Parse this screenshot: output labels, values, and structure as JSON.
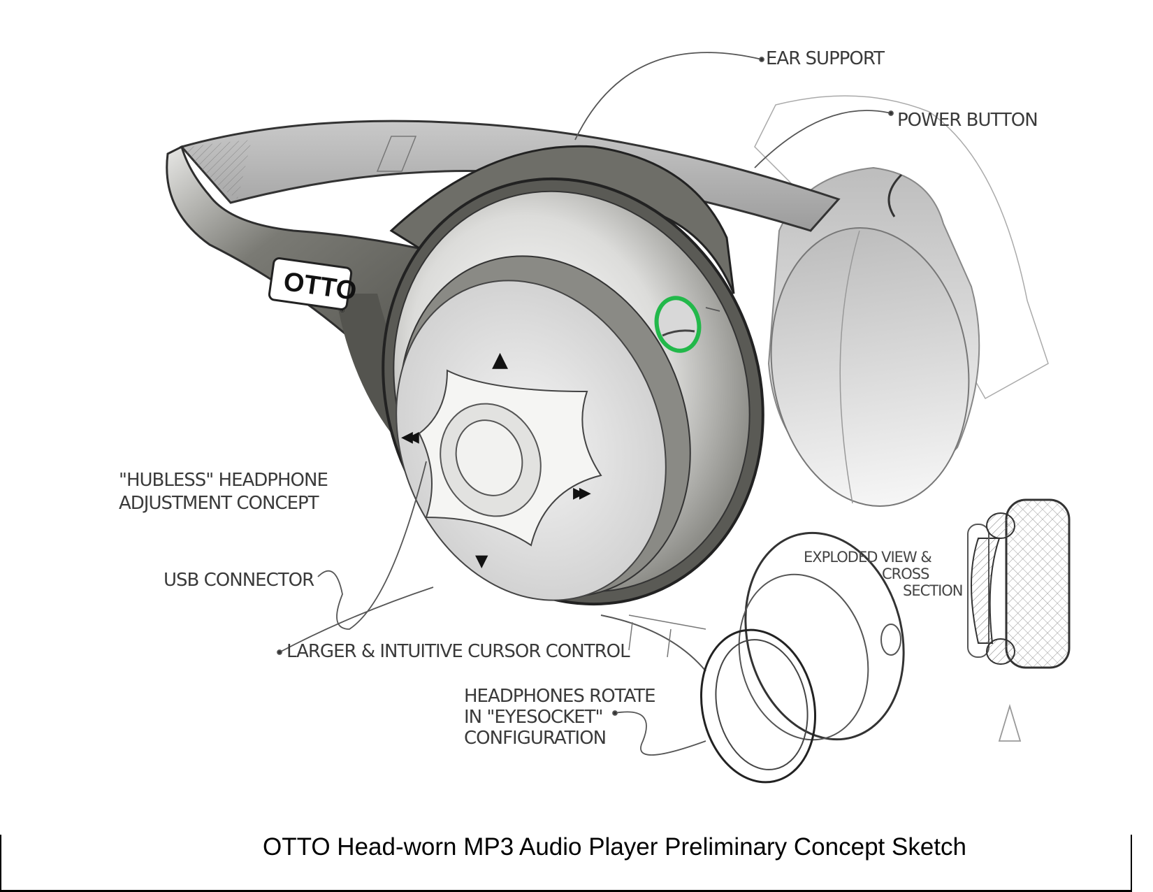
{
  "brand_badge": {
    "text": "OTTO",
    "registered_mark": "®"
  },
  "callouts": {
    "ear_support": "EAR SUPPORT",
    "power_button": "POWER BUTTON",
    "hubless_line1": "\"HUBLESS\" HEADPHONE",
    "hubless_line2": "ADJUSTMENT CONCEPT",
    "usb_connector": "USB CONNECTOR",
    "cursor_control": "LARGER & INTUITIVE CURSOR CONTROL",
    "rotate_line1": "HEADPHONES ROTATE",
    "rotate_line2": "IN \"EYESOCKET\"",
    "rotate_line3": "CONFIGURATION",
    "exploded_line1": "EXPLODED VIEW &",
    "exploded_line2": "CROSS",
    "exploded_line3": "SECTION"
  },
  "controls": {
    "up_icon": "▲",
    "down_icon": "▼",
    "rewind_icon": "◀◀",
    "forward_icon": "▶▶"
  },
  "colors": {
    "power_ring": "#22b84a",
    "body_dark": "#5b5b55",
    "ink": "#3a3a3a"
  },
  "caption": "OTTO Head-worn MP3 Audio Player Preliminary Concept Sketch"
}
